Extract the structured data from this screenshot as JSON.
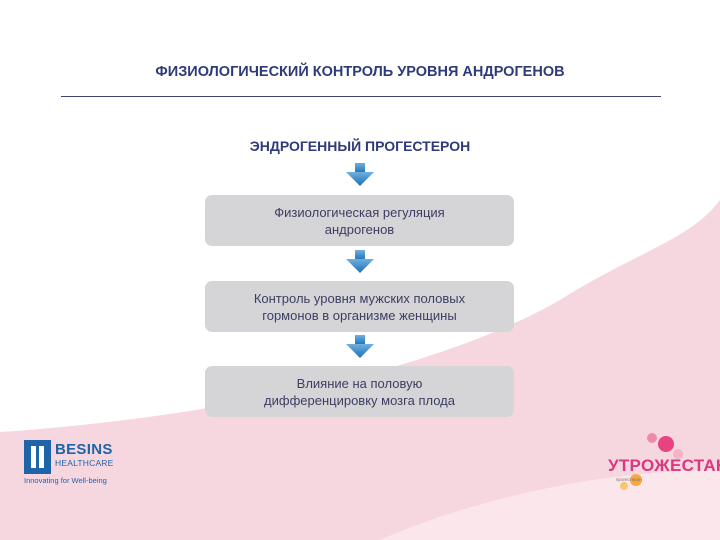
{
  "header": {
    "title": "ФИЗИОЛОГИЧЕСКИЙ КОНТРОЛЬ УРОВНЯ АНДРОГЕНОВ"
  },
  "flow": {
    "source": "ЭНДРОГЕННЫЙ ПРОГЕСТЕРОН",
    "steps": [
      "Физиологическая регуляция\nандрогенов",
      "Контроль уровня мужских половых\nгормонов в организме женщины",
      "Влияние на половую\nдифференцировку мозга плода"
    ]
  },
  "logos": {
    "besins": {
      "name": "BESINS",
      "sub": "HEALTHCARE",
      "tagline": "Innovating for Well-being"
    },
    "utrozhestan": {
      "name": "УТРОЖЕСТАН",
      "trademark": "®",
      "sub": "прогестерон"
    }
  },
  "colors": {
    "title": "#2f3b78",
    "box_fill": "#d5d5d8",
    "box_text": "#3d3d62",
    "arrow": "#2378bf",
    "swoosh": "#f7d7df",
    "besins_blue": "#1f63a8",
    "utro_pink": "#d9397e"
  }
}
